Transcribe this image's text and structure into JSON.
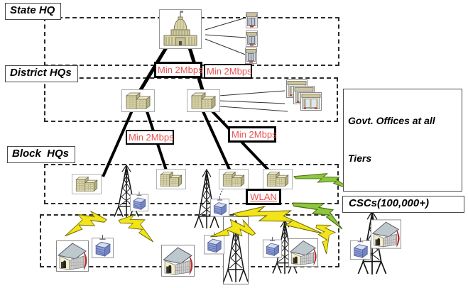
{
  "diagram": {
    "region_labels": {
      "state": "State HQ",
      "district": "District HQs",
      "block": "Block  HQs"
    },
    "callout_labels": {
      "govt_offices_line1": "Govt. Offices at all",
      "govt_offices_line2": "Tiers",
      "cscs": "CSCs(100,000+)",
      "wlan": "WLAN"
    },
    "bandwidth_labels": [
      "Min 2Mbps",
      "Min 2Mbps",
      "Min 2Mbps",
      "Min 2Mbps"
    ],
    "colors": {
      "bandwidth_text": "#e85252",
      "building_tan": "#d9d4a7",
      "building_side": "#b5b083",
      "bolt_yellow": "#f2e418",
      "link_green": "#8dc63f",
      "router_blue": "#8fa0d4",
      "house_red": "#cf2b25",
      "roof_gray": "#bcc8cc",
      "dashed_border": "#2b2b2b"
    }
  }
}
